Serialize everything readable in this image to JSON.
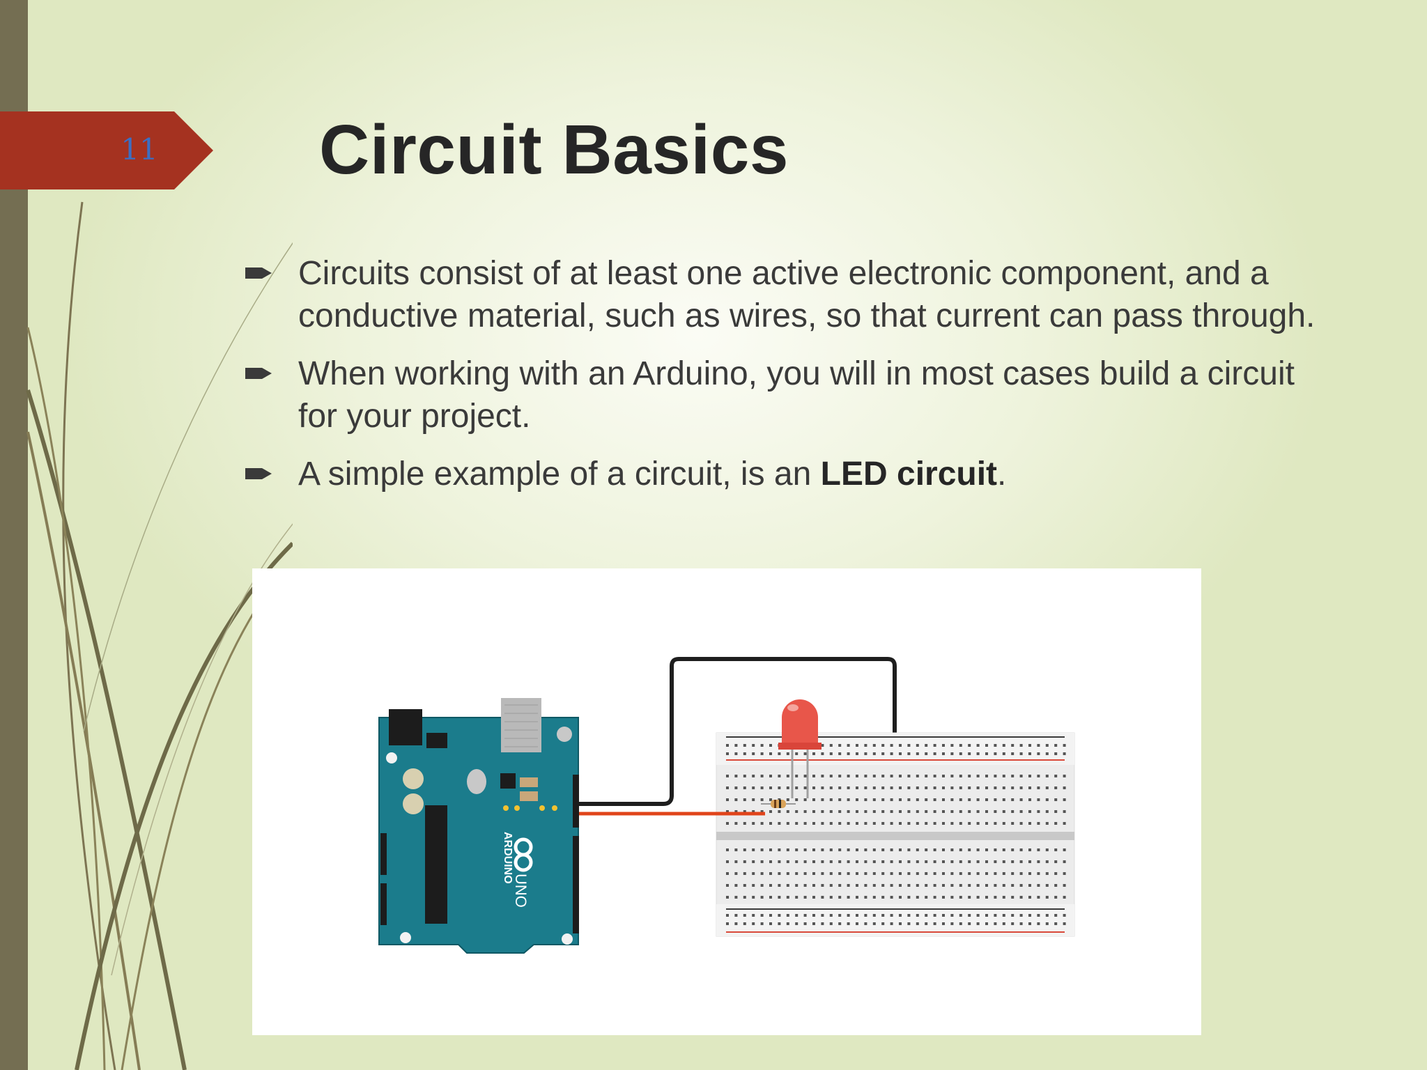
{
  "slide": {
    "number": "11",
    "title": "Circuit Basics",
    "bullets": [
      {
        "text": "Circuits consist of at least one active electronic component, and a conductive material, such as wires, so that current can pass through."
      },
      {
        "text": "When working with an Arduino, you will in most cases build a circuit for your project."
      },
      {
        "text_before": "A simple example of a circuit, is an ",
        "bold": "LED circuit",
        "text_after": "."
      }
    ],
    "bullet_icon": "arrow-bullet-icon",
    "colors": {
      "accent": "#a53220",
      "left_bar": "#746e52",
      "slide_number": "#3b6fc4",
      "title": "#262626",
      "body_text": "#3a3a3a",
      "arduino_board": "#1b7c8c",
      "led": "#e8564a",
      "resistor_wire": "#e0441a"
    }
  },
  "figure": {
    "board_text": [
      "ARDUINO",
      "UNO"
    ]
  }
}
